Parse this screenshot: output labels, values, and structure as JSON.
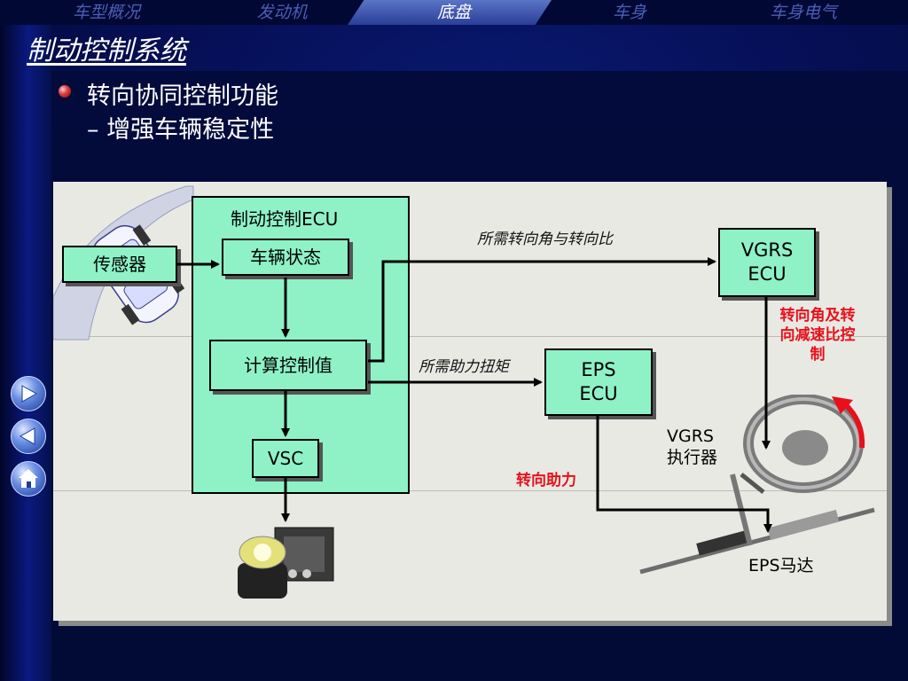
{
  "nav": {
    "tabs": [
      "车型概况",
      "发动机",
      "底盘",
      "车身",
      "车身电气"
    ],
    "active": "底盘"
  },
  "page": {
    "title": "制动控制系统",
    "bullet_line1": "转向协同控制功能",
    "bullet_line2": "– 增强车辆稳定性"
  },
  "diagram": {
    "ecu_title": "制动控制ECU",
    "sensor": "传感器",
    "vehicle_state": "车辆状态",
    "calc": "计算控制值",
    "vsc": "VSC",
    "vgrs_ecu": "VGRS\nECU",
    "eps_ecu": "EPS\nECU",
    "label_angle_ratio": "所需转向角与转向比",
    "label_torque": "所需助力扭矩",
    "label_red_vgrs": "转向角及转\n向减速比控\n制",
    "label_red_eps": "转向助力",
    "vgrs_actuator": "VGRS\n执行器",
    "eps_motor": "EPS马达"
  },
  "side_buttons": [
    "forward-arrow-icon",
    "back-arrow-icon",
    "home-icon"
  ],
  "colors": {
    "box_fill": "#8ef2c6",
    "accent_red": "#e8101a",
    "nav_active": "#3a54b0"
  }
}
